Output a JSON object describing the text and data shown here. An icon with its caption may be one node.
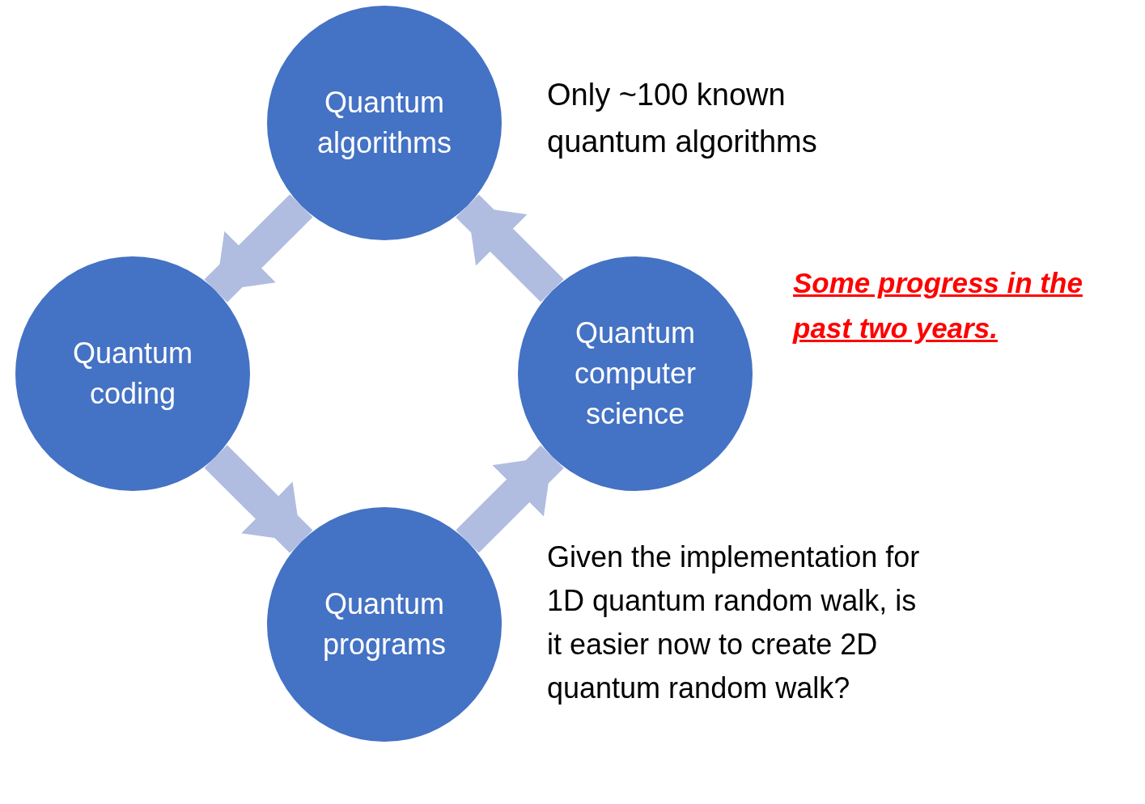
{
  "diagram": {
    "nodes": [
      {
        "text": [
          "Quantum algorithms"
        ],
        "beside": [
          "Only ~100 known quantum algorithms"
        ]
      },
      {
        "text": [
          "Quantum coding"
        ]
      },
      {
        "text": [
          "Quantum computer science"
        ],
        "beside": [
          "Some progress in the past two years."
        ]
      },
      {
        "text": [
          "Quantum programs"
        ],
        "beside": [
          "Given the implementation for 1D quantum random walk, is it easier now to create 2D quantum random walk?"
        ]
      }
    ],
    "edges": [
      {
        "from": 0,
        "to": 1,
        "arrow": "to"
      },
      {
        "from": 1,
        "to": 3,
        "arrow": "to"
      },
      {
        "from": 3,
        "to": 2,
        "arrow": "to"
      },
      {
        "from": 2,
        "to": 0,
        "arrow": "to"
      }
    ]
  }
}
